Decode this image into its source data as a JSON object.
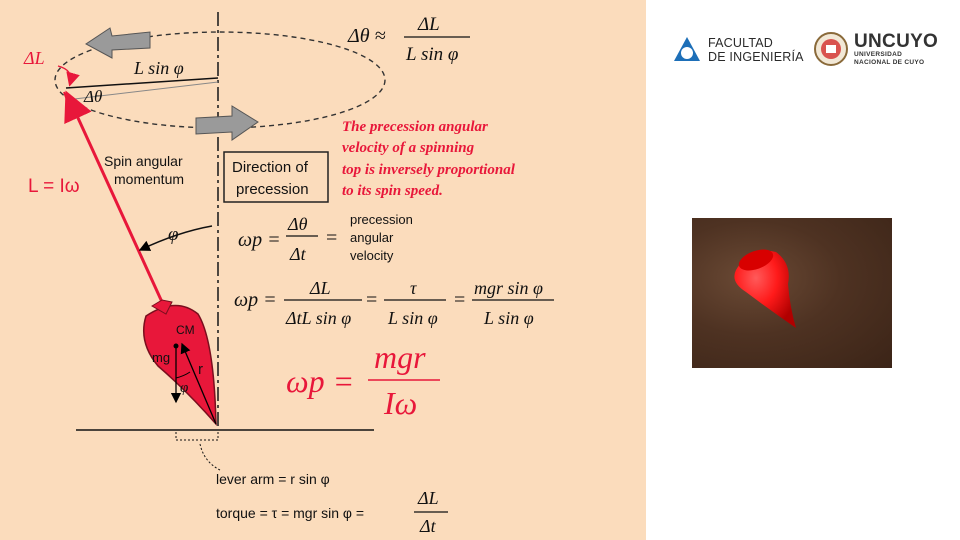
{
  "diagram": {
    "delta_L": "ΔL",
    "L_sin_phi": "L sin φ",
    "delta_theta": "Δθ",
    "delta_theta_formula_lhs": "Δθ ≈",
    "delta_theta_formula_num": "ΔL",
    "delta_theta_formula_den": "L sin φ",
    "spin_label_1": "Spin angular",
    "spin_label_2": "momentum",
    "L_eq": "L = Iω",
    "direction_1": "Direction of",
    "direction_2": "precession",
    "red_note": [
      "The precession angular",
      "velocity of a spinning",
      "top is inversely proportional",
      "to its spin speed."
    ],
    "phi": "φ",
    "omega_p": "ωp =",
    "dtheta": "Δθ",
    "dt": "Δt",
    "eq": "=",
    "precession_words": [
      "precession",
      "angular",
      "velocity"
    ],
    "eq2_num1": "ΔL",
    "eq2_den1": "ΔtL sin φ",
    "eq2_num2": "τ",
    "eq2_den2": "L sin φ",
    "eq2_num3": "mgr sin φ",
    "eq2_den3": "L sin φ",
    "big_lhs": "ωp =",
    "big_num": "mgr",
    "big_den": "Iω",
    "cm": "CM",
    "mg": "mg",
    "r": "r",
    "lever_arm": "lever arm = r sin φ",
    "torque_lhs": "torque = τ = mgr sin φ =",
    "torque_num": "ΔL",
    "torque_den": "Δt"
  },
  "logos": {
    "fi_line1": "FACULTAD",
    "fi_line2": "DE INGENIERÍA",
    "un_title": "UNCUYO",
    "un_sub1": "UNIVERSIDAD",
    "un_sub2": "NACIONAL DE CUYO"
  },
  "colors": {
    "diagram_bg": "#fbdcbc",
    "accent_red": "#e8173a",
    "top_red": "#ff1a1a",
    "logo_blue": "#1d6fb8"
  }
}
